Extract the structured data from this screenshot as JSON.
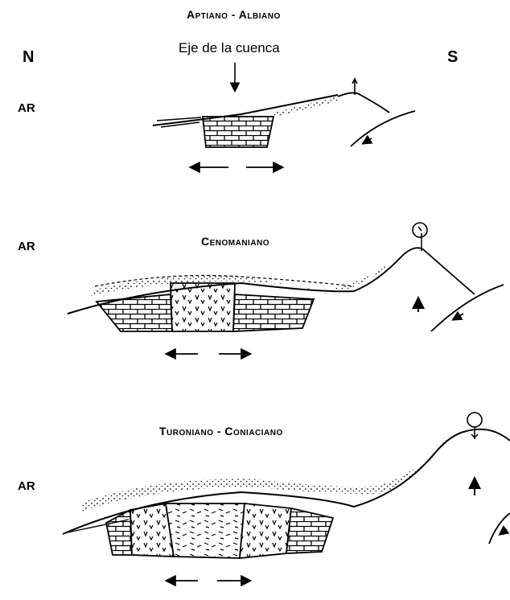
{
  "compass": {
    "north": "N",
    "south": "S"
  },
  "axis_label": "Eje de la cuenca",
  "stages": [
    {
      "title": "Aptiano - Albiano",
      "region_label": "AR"
    },
    {
      "title": "Cenomaniano",
      "region_label": "AR"
    },
    {
      "title": "Turoniano - Coniaciano",
      "region_label": "AR"
    }
  ]
}
